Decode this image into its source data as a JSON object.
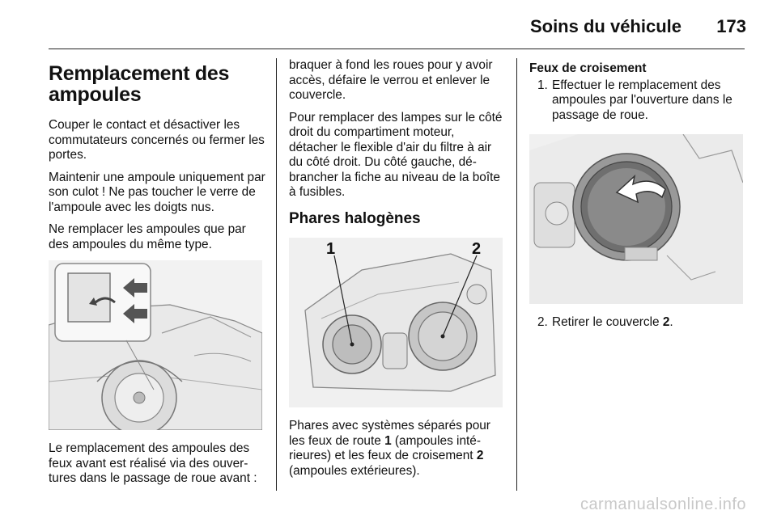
{
  "header": {
    "title": "Soins du véhicule",
    "page_number": "173"
  },
  "left_column": {
    "title": "Remplacement des ampoules",
    "paragraphs": [
      "Couper le contact et désactiver les commutateurs concernés ou fermer les portes.",
      "Maintenir une ampoule uniquement par son culot ! Ne pas toucher le verre de l'ampoule avec les doigts nus.",
      "Ne remplacer les ampoules que par des ampoules du même type."
    ],
    "after_figure": "Le remplacement des ampoules des feux avant est réalisé via des ouver- tures dans le passage de roue avant :"
  },
  "middle_column": {
    "intro": "braquer à fond les roues pour y avoir accès, défaire le verrou et enlever le couvercle.",
    "paragraph": "Pour remplacer des lampes sur le côté droit du compartiment moteur, détacher le flexible d'air du filtre à air du côté droit. Du côté gauche, dé- brancher la fiche au niveau de la boîte à fusibles.",
    "subtitle": "Phares halogènes",
    "figure_labels": {
      "one": "1",
      "two": "2"
    },
    "caption": {
      "part1": "Phares avec systèmes séparés pour les feux de route ",
      "bold1": "1",
      "part2": " (ampoules inté- rieures) et les feux de croisement ",
      "bold2": "2",
      "part3": " (ampoules extérieures)."
    }
  },
  "right_column": {
    "subtitle": "Feux de croisement",
    "step1_num": "1.",
    "step1": "Effectuer le remplacement des ampoules par l'ouverture dans le passage de roue.",
    "step2_num": "2.",
    "step2_text": "Retirer le couvercle ",
    "step2_bold": "2",
    "step2_end": "."
  },
  "watermark": "carmanualsonline.info"
}
